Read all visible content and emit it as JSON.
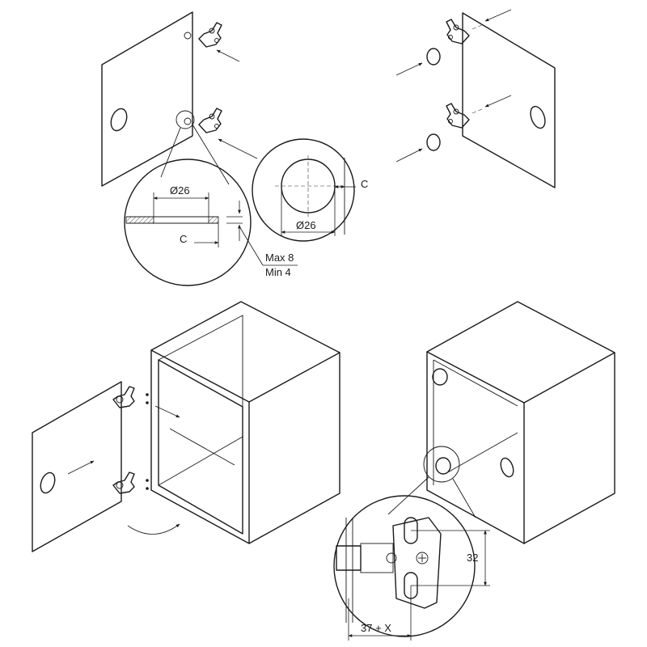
{
  "detail_top": {
    "diameter_label_a": "Ø26",
    "c_label_a": "C",
    "max_label": "Max 8",
    "min_label": "Min 4"
  },
  "detail_round": {
    "c_label_b": "C",
    "diameter_label_b": "Ø26"
  },
  "detail_plate": {
    "height_label": "32",
    "offset_label": "37 + X"
  }
}
